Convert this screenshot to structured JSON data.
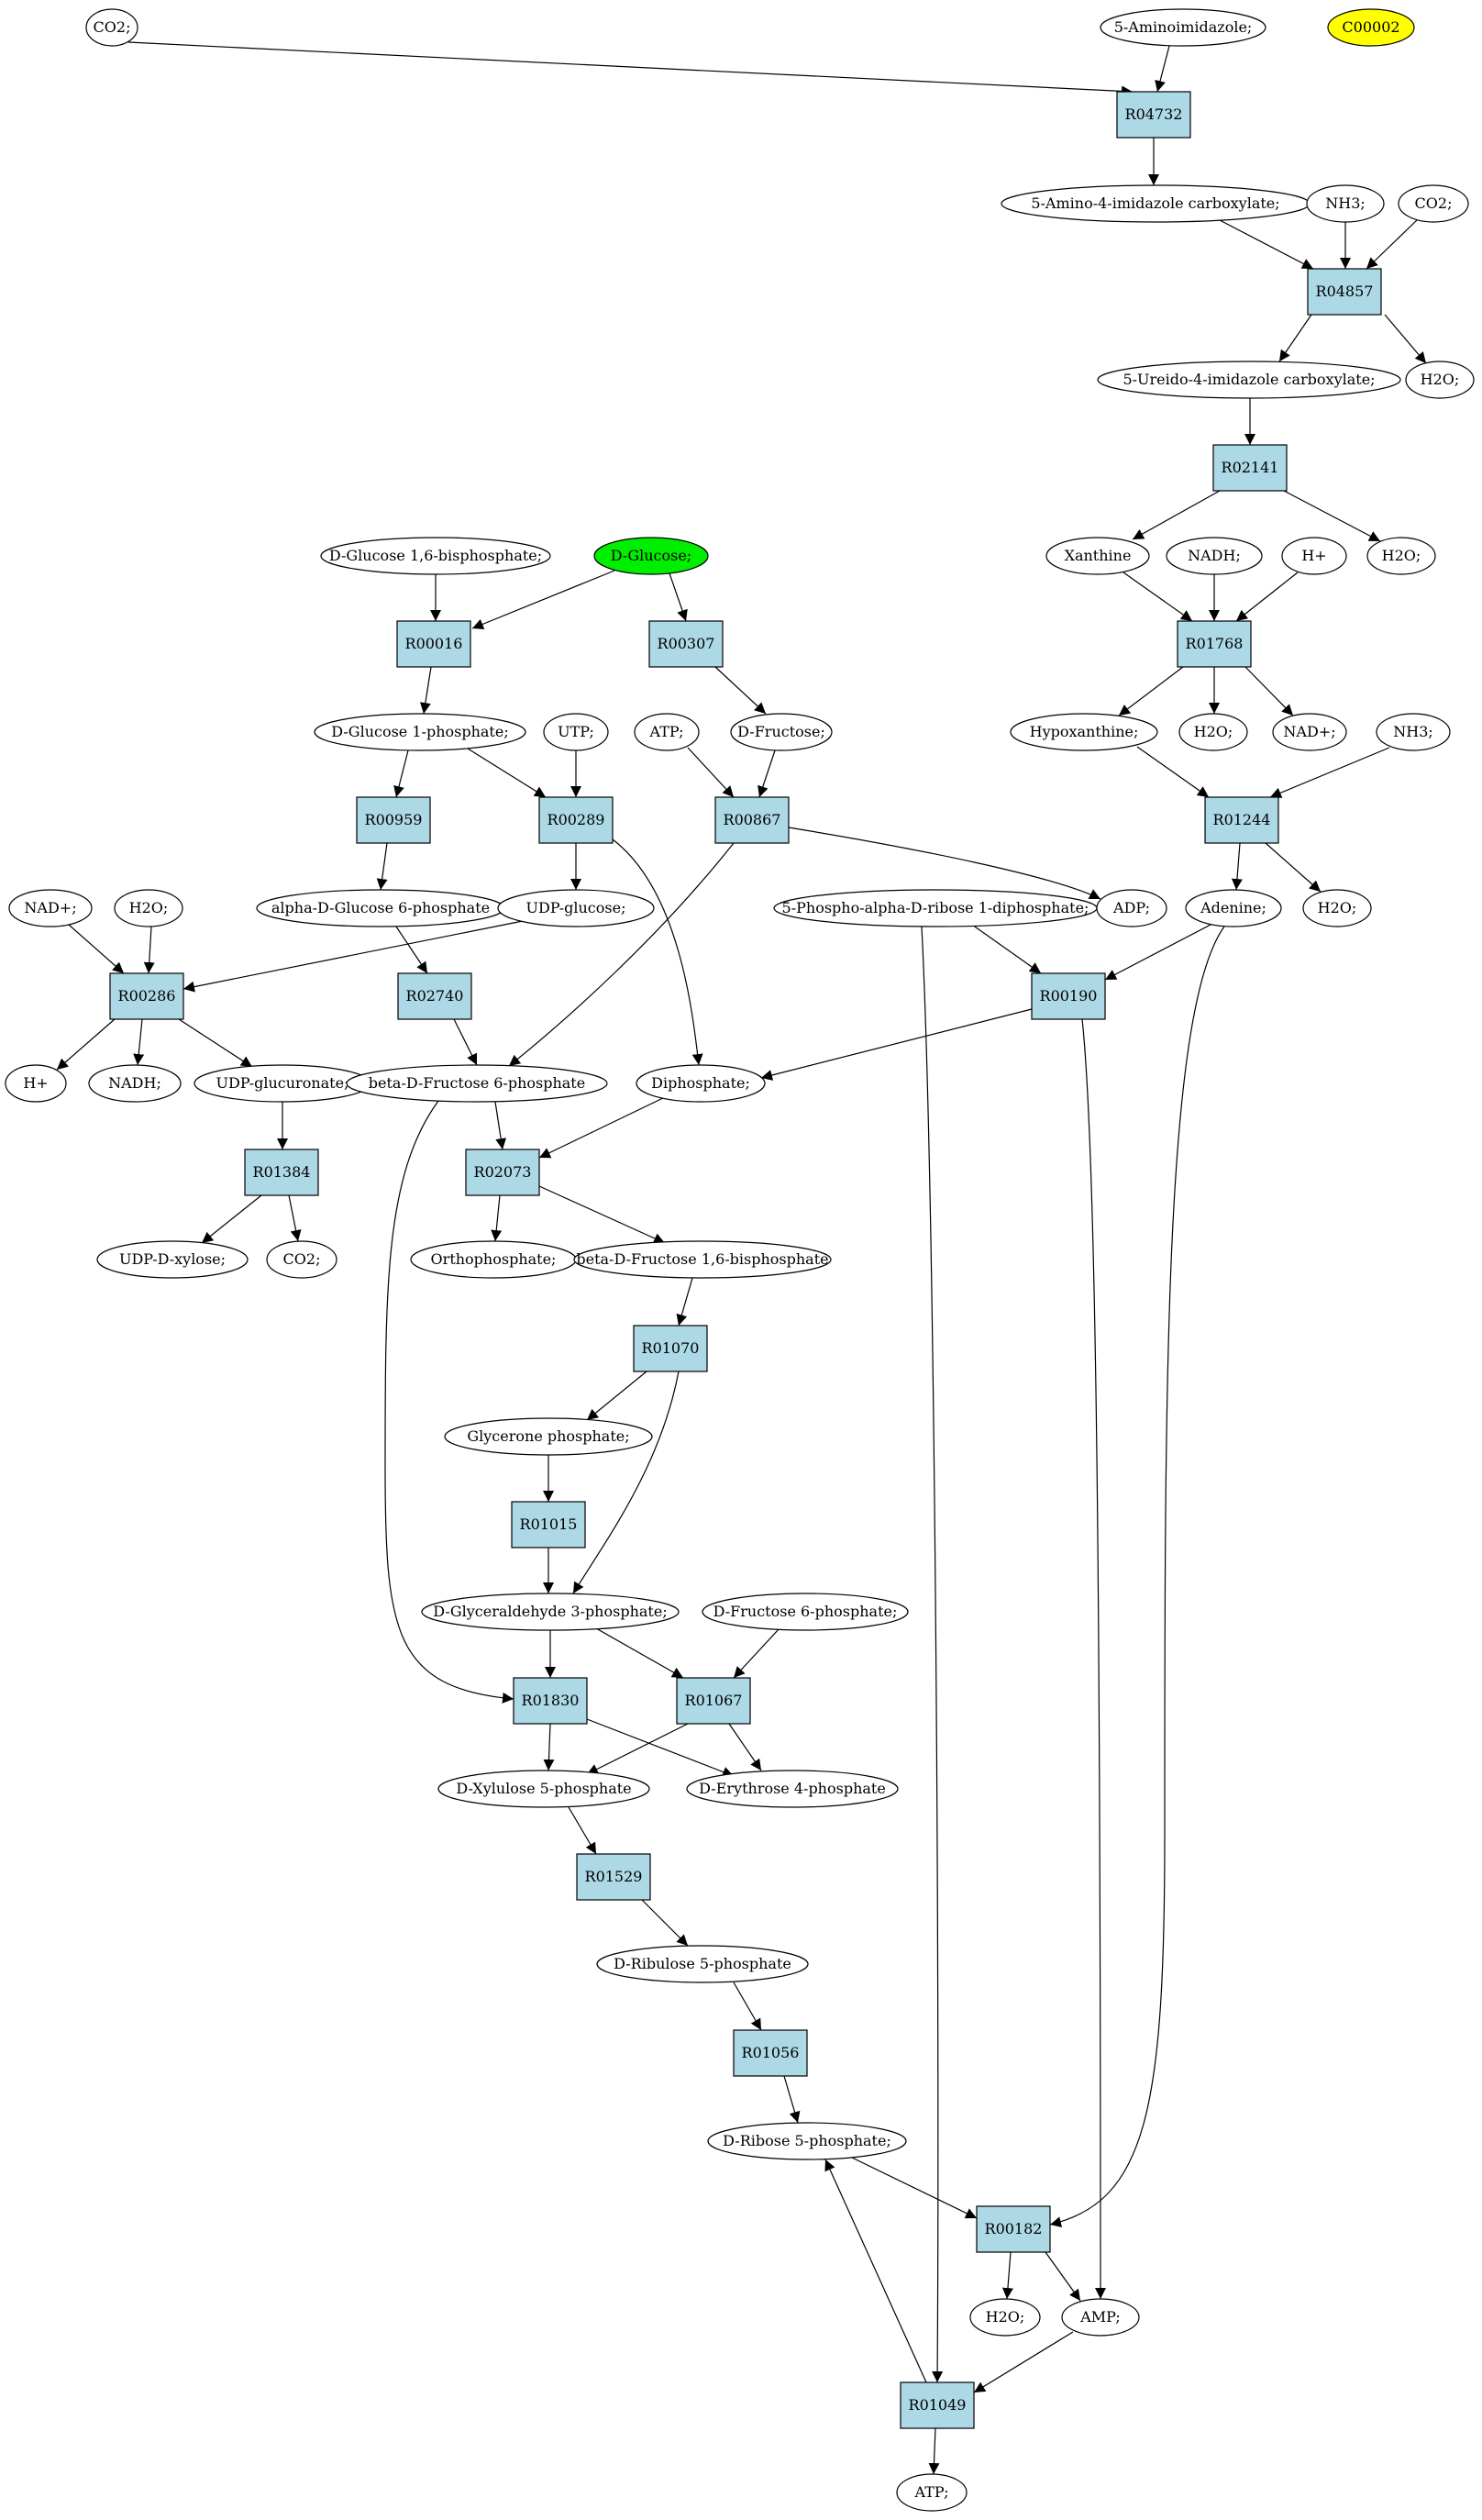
{
  "colors": {
    "compound_fill": "#ffffff",
    "reaction_fill": "#add8e6",
    "start_fill": "#00ee00",
    "highlight_fill": "#ffff00",
    "stroke": "#000000"
  },
  "compounds": {
    "co2_a": "CO2;",
    "aminoimidazole": "5-Aminoimidazole;",
    "c00002": "C00002",
    "amino_imidazole_carboxylate": "5-Amino-4-imidazole carboxylate;",
    "nh3_a": "NH3;",
    "co2_b": "CO2;",
    "ureido_imidazole_carboxylate": "5-Ureido-4-imidazole carboxylate;",
    "h2o_a": "H2O;",
    "xanthine": "Xanthine",
    "nadh_a": "NADH;",
    "hplus_a": "H+",
    "h2o_b": "H2O;",
    "glucose_16_bisphosphate": "D-Glucose 1,6-bisphosphate;",
    "d_glucose": "D-Glucose;",
    "hypoxanthine": "Hypoxanthine;",
    "h2o_c": "H2O;",
    "nadplus_a": "NAD+;",
    "nh3_b": "NH3;",
    "glucose_1_phosphate": "D-Glucose 1-phosphate;",
    "utp": "UTP;",
    "atp_a": "ATP;",
    "d_fructose": "D-Fructose;",
    "nadplus_b": "NAD+;",
    "h2o_d": "H2O;",
    "alpha_glucose_6_phosphate": "alpha-D-Glucose 6-phosphate",
    "udp_glucose": "UDP-glucose;",
    "prpp": "5-Phospho-alpha-D-ribose 1-diphosphate;",
    "adp": "ADP;",
    "adenine": "Adenine;",
    "h2o_e": "H2O;",
    "hplus_b": "H+",
    "nadh_b": "NADH;",
    "udp_glucuronate": "UDP-glucuronate;",
    "fructose_6_phosphate_beta": "beta-D-Fructose 6-phosphate",
    "diphosphate": "Diphosphate;",
    "udp_xylose": "UDP-D-xylose;",
    "co2_c": "CO2;",
    "orthophosphate": "Orthophosphate;",
    "fructose_16_bisphosphate": "beta-D-Fructose 1,6-bisphosphate",
    "glycerone_phosphate": "Glycerone phosphate;",
    "glyceraldehyde_3_phosphate": "D-Glyceraldehyde 3-phosphate;",
    "fructose_6_phosphate_d": "D-Fructose 6-phosphate;",
    "xylulose_5_phosphate": "D-Xylulose 5-phosphate",
    "erythrose_4_phosphate": "D-Erythrose 4-phosphate",
    "ribulose_5_phosphate": "D-Ribulose 5-phosphate",
    "ribose_5_phosphate": "D-Ribose 5-phosphate;",
    "h2o_f": "H2O;",
    "amp": "AMP;",
    "atp_b": "ATP;"
  },
  "reactions": {
    "r04732": "R04732",
    "r04857": "R04857",
    "r02141": "R02141",
    "r01768": "R01768",
    "r00016": "R00016",
    "r00307": "R00307",
    "r01244": "R01244",
    "r00959": "R00959",
    "r00289": "R00289",
    "r00867": "R00867",
    "r00286": "R00286",
    "r02740": "R02740",
    "r00190": "R00190",
    "r01384": "R01384",
    "r02073": "R02073",
    "r01070": "R01070",
    "r01015": "R01015",
    "r01830": "R01830",
    "r01067": "R01067",
    "r01529": "R01529",
    "r01056": "R01056",
    "r00182": "R00182",
    "r01049": "R01049"
  }
}
